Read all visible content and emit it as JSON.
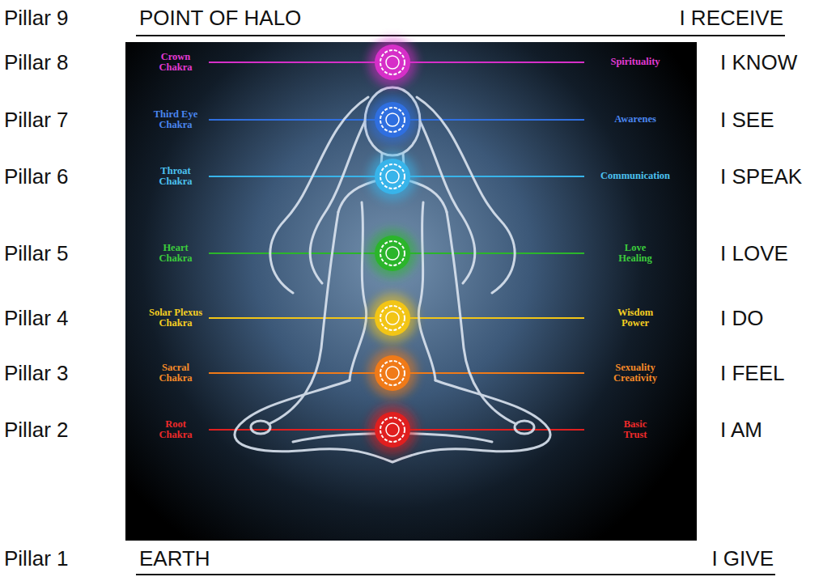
{
  "diagram": {
    "labels": [
      "Pillar 9",
      "POINT OF HALO",
      "I RECEIVE",
      "Pillar 8",
      "Crown Chakra",
      "Spirituality",
      "I KNOW",
      "Pillar 7",
      "Third Eye Chakra",
      "Awarenes",
      "I SEE",
      "Pillar 6",
      "Throat Chakra",
      "Communication",
      "I SPEAK",
      "Pillar 5",
      "Heart Chakra",
      "Love Healing",
      "I LOVE",
      "Pillar 4",
      "Solar Plexus Chakra",
      "Wisdom Power",
      "I DO",
      "Pillar 3",
      "Sacral Chakra",
      "Sexuality Creativity",
      "I FEEL",
      "Pillar 2",
      "Root Chakra",
      "Basic Trust",
      "I AM",
      "Pillar 1",
      "EARTH",
      "I GIVE"
    ]
  }
}
